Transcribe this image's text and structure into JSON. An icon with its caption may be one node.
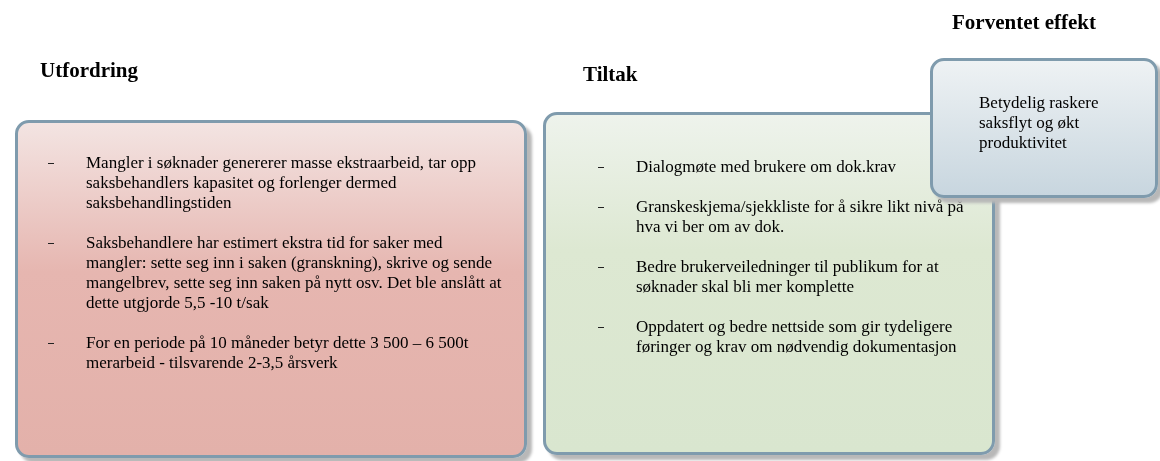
{
  "diagram": {
    "nodes": [
      {
        "text": [
          "Utfordring",
          "Mangler i søknader genererer masse ekstraarbeid, tar opp saksbehandlers kapasitet og forlenger dermed saksbehandlingstiden",
          "Saksbehandlere har estimert ekstra tid for saker med mangler: sette seg inn i saken (granskning), skrive og sende mangelbrev, sette seg inn saken på nytt osv. Det ble anslått at dette utgjorde 5,5 -10 t/sak",
          "For en periode på 10 måneder betyr dette 3 500 – 6 500t merarbeid - tilsvarende 2-3,5 årsverk"
        ]
      },
      {
        "text": [
          "Tiltak",
          "Dialogmøte med brukere om dok.krav",
          "Granskeskjema/sjekkliste for å sikre likt nivå på hva vi ber om av dok.",
          "Bedre brukerveiledninger til publikum for at søknader skal bli mer komplette",
          "Oppdatert og bedre nettside som gir tydeligere føringer og krav om nødvendig dokumentasjon"
        ]
      },
      {
        "text": [
          "Forventet effekt",
          "Betydelig raskere saksflyt og økt produktivitet"
        ]
      }
    ],
    "edges": []
  }
}
